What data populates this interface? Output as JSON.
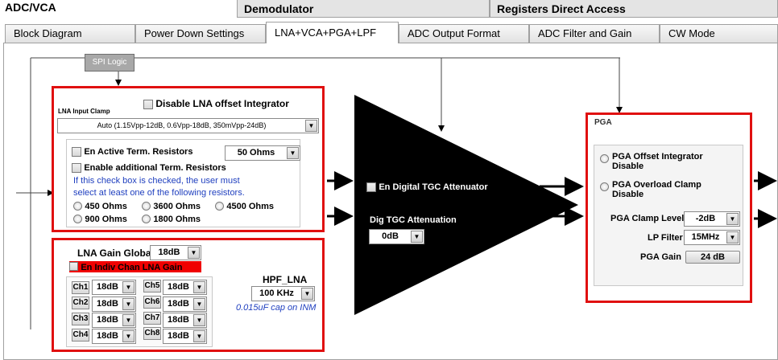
{
  "app_title": "ADC/VCA",
  "top_tabs": [
    "Demodulator",
    "Registers Direct Access"
  ],
  "sub_tabs": [
    "Block Diagram",
    "Power Down Settings",
    "LNA+VCA+PGA+LPF",
    "ADC Output Format",
    "ADC Filter and Gain",
    "CW Mode"
  ],
  "spi_logic": "SPI Logic",
  "lna": {
    "disable_offset_integrator": "Disable LNA offset Integrator",
    "input_clamp_label": "LNA Input Clamp",
    "input_clamp_value": "Auto (1.15Vpp-12dB, 0.6Vpp-18dB, 350mVpp-24dB)",
    "en_active_term": "En Active Term. Resistors",
    "active_term_value": "50 Ohms",
    "enable_additional_term": "Enable additional Term. Resistors",
    "note_line1": "If this check box is checked, the user must",
    "note_line2": "select at least one of the following resistors.",
    "resistors": [
      "450 Ohms",
      "3600 Ohms",
      "4500 Ohms",
      "900 Ohms",
      "1800 Ohms"
    ]
  },
  "gain": {
    "global_label": "LNA Gain Global",
    "global_value": "18dB",
    "en_indiv": "En Indiv Chan LNA Gain",
    "channels": [
      {
        "name": "Ch1",
        "value": "18dB"
      },
      {
        "name": "Ch2",
        "value": "18dB"
      },
      {
        "name": "Ch3",
        "value": "18dB"
      },
      {
        "name": "Ch4",
        "value": "18dB"
      },
      {
        "name": "Ch5",
        "value": "18dB"
      },
      {
        "name": "Ch6",
        "value": "18dB"
      },
      {
        "name": "Ch7",
        "value": "18dB"
      },
      {
        "name": "Ch8",
        "value": "18dB"
      }
    ],
    "hpf_label": "HPF_LNA",
    "hpf_value": "100 KHz",
    "hpf_note": "0.015uF cap on INM"
  },
  "vca": {
    "en_digital_tgc": "En Digital TGC Attenuator",
    "dig_tgc_label": "Dig TGC Attenuation",
    "dig_tgc_value": "0dB"
  },
  "pga": {
    "title": "PGA",
    "offset_integrator_line1": "PGA Offset Integrator",
    "offset_integrator_line2": "Disable",
    "overload_clamp_line1": "PGA Overload Clamp",
    "overload_clamp_line2": "Disable",
    "clamp_level_label": "PGA Clamp Level",
    "clamp_level_value": "-2dB",
    "lp_filter_label": "LP Filter",
    "lp_filter_value": "15MHz",
    "gain_label": "PGA Gain",
    "gain_value": "24 dB"
  },
  "colors": {
    "highlight_red": "#e01010",
    "note_blue": "#1f3fbf"
  }
}
